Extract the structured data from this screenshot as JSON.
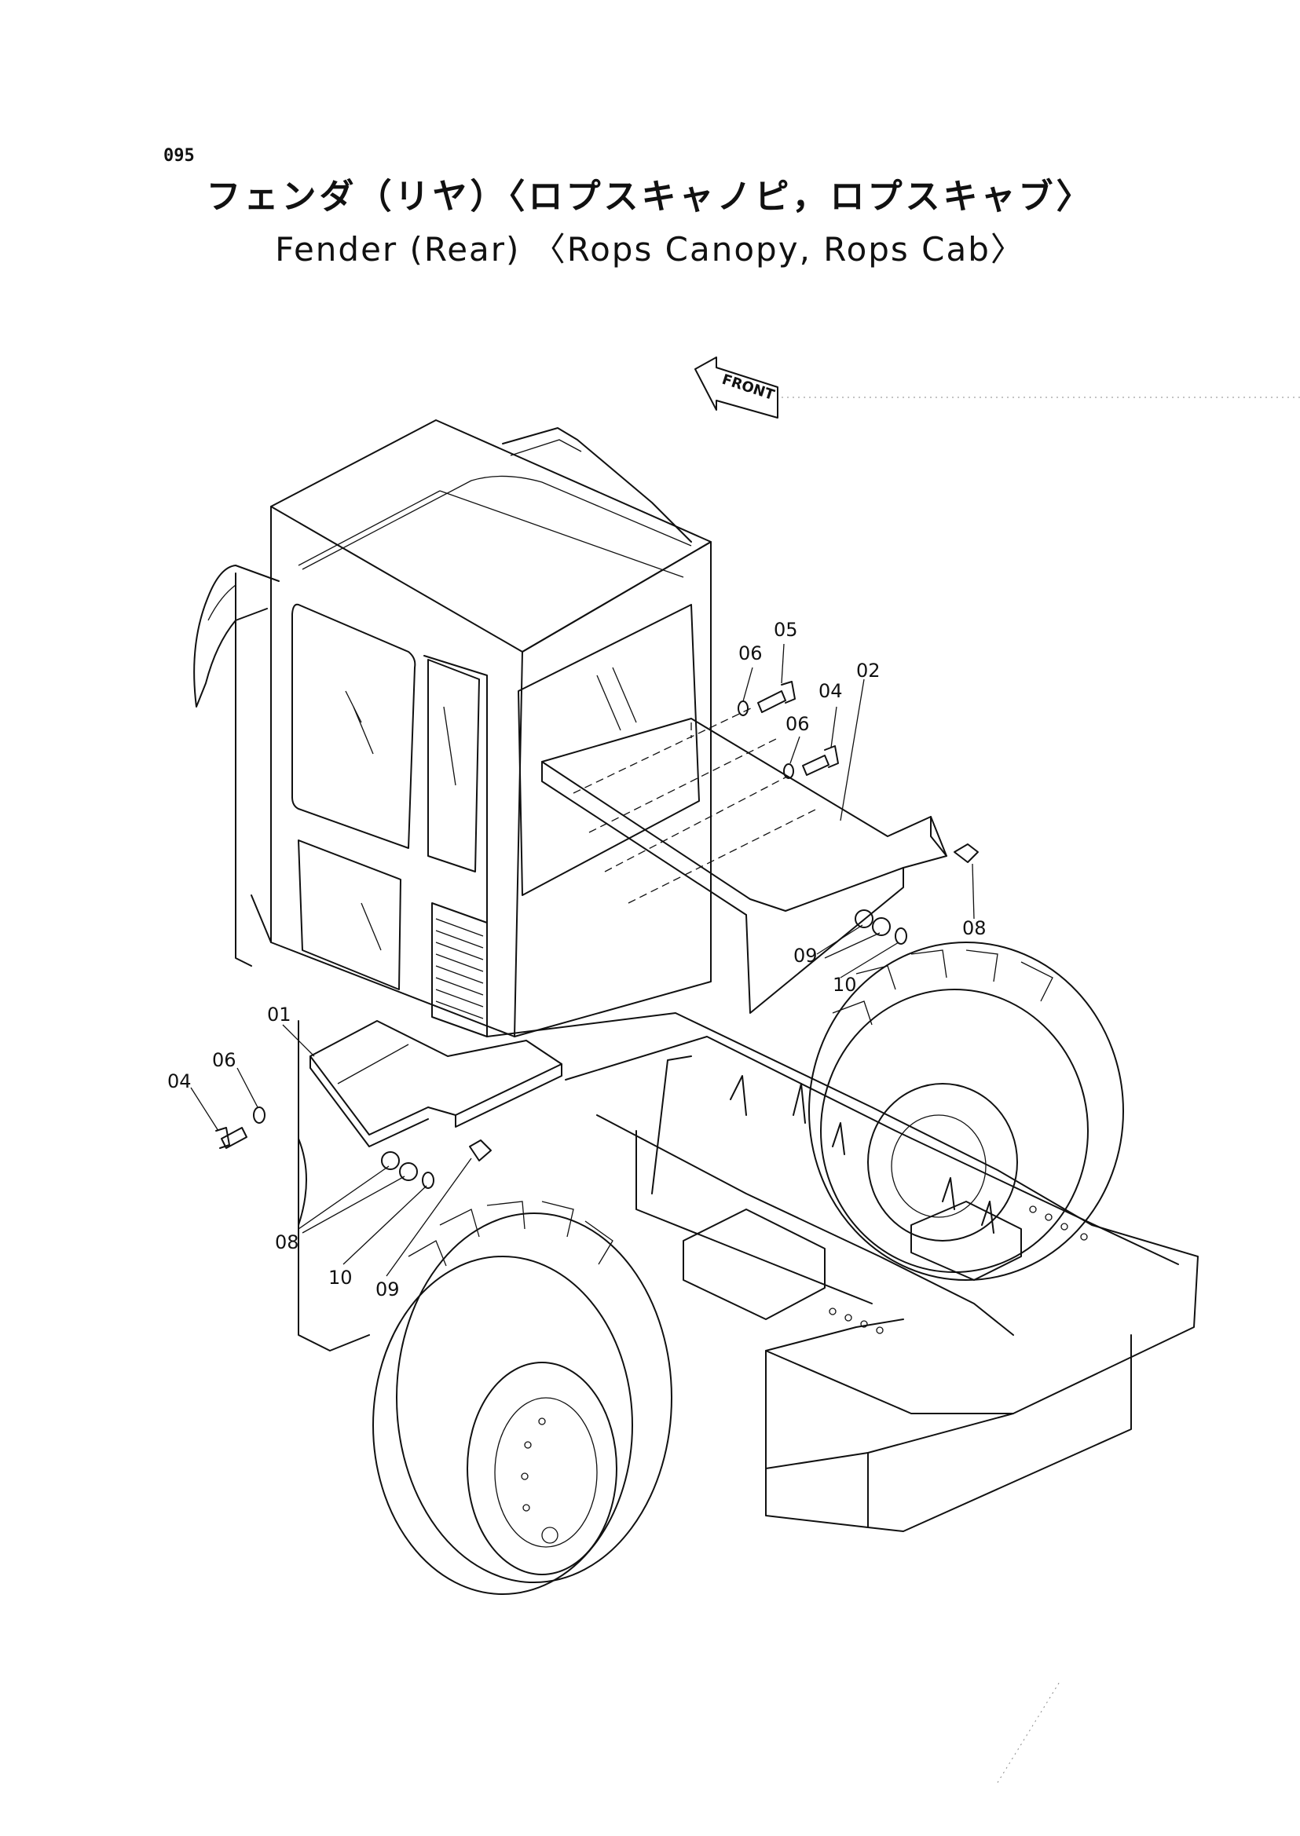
{
  "page": {
    "number": "095",
    "title_jp": "フェンダ（リヤ）〈ロプスキャノピ，ロプスキャブ〉",
    "title_en": "Fender (Rear) 〈Rops Canopy, Rops Cab〉"
  },
  "diagram": {
    "front_arrow_label": "FRONT",
    "callouts": [
      {
        "id": "c01",
        "label": "01"
      },
      {
        "id": "c02",
        "label": "02"
      },
      {
        "id": "c04a",
        "label": "04"
      },
      {
        "id": "c04b",
        "label": "04"
      },
      {
        "id": "c05",
        "label": "05"
      },
      {
        "id": "c06a",
        "label": "06"
      },
      {
        "id": "c06b",
        "label": "06"
      },
      {
        "id": "c06c",
        "label": "06"
      },
      {
        "id": "c08a",
        "label": "08"
      },
      {
        "id": "c08b",
        "label": "08"
      },
      {
        "id": "c09a",
        "label": "09"
      },
      {
        "id": "c09b",
        "label": "09"
      },
      {
        "id": "c10a",
        "label": "10"
      },
      {
        "id": "c10b",
        "label": "10"
      }
    ]
  }
}
